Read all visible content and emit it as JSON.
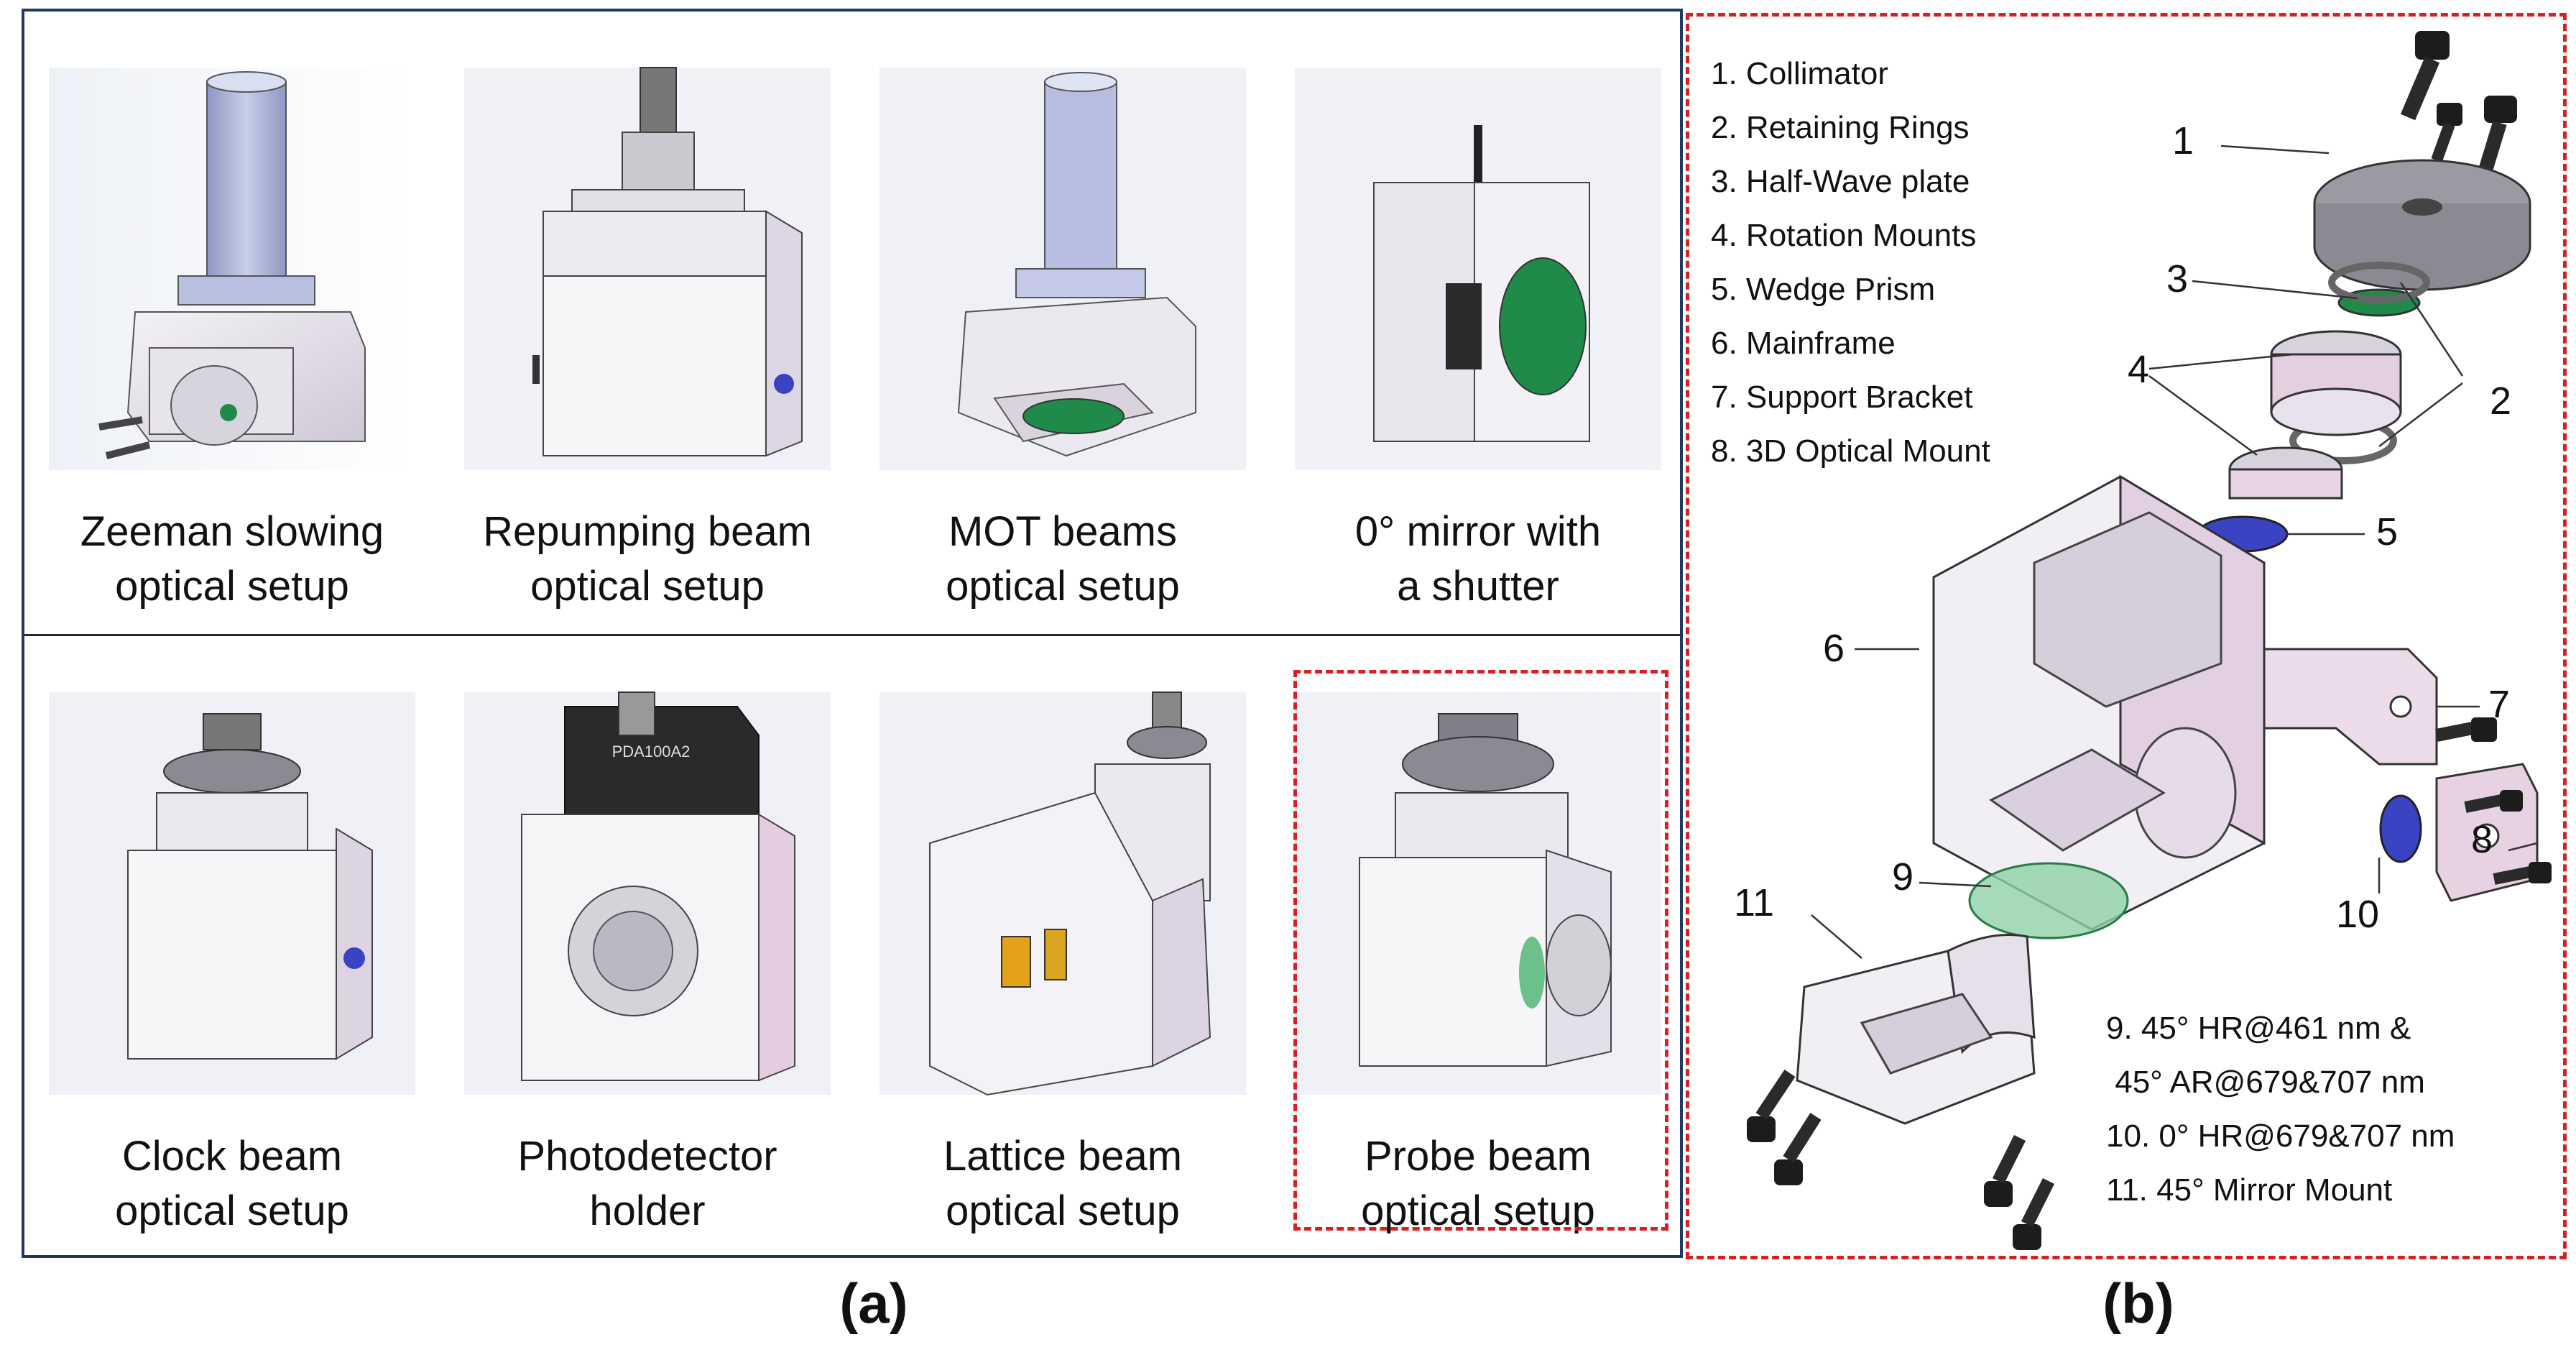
{
  "panel_a": {
    "cells": [
      {
        "line1": "Zeeman slowing",
        "line2": "optical setup"
      },
      {
        "line1": "Repumping beam",
        "line2": "optical setup"
      },
      {
        "line1": "MOT beams",
        "line2": "optical setup"
      },
      {
        "line1": "0° mirror with",
        "line2": "a shutter"
      },
      {
        "line1": "Clock beam",
        "line2": "optical setup"
      },
      {
        "line1": "Photodetector",
        "line2": "holder"
      },
      {
        "line1": "Lattice beam",
        "line2": "optical setup"
      },
      {
        "line1": "Probe beam",
        "line2": "optical setup"
      }
    ],
    "detector_label": "PDA100A2",
    "label": "(a)"
  },
  "panel_b": {
    "parts_top": [
      "1. Collimator",
      "2. Retaining Rings",
      "3. Half-Wave plate",
      "4. Rotation Mounts",
      "5. Wedge Prism",
      "6. Mainframe",
      "7. Support Bracket",
      "8. 3D Optical Mount"
    ],
    "parts_bottom": [
      "9. 45° HR@461 nm &",
      " 45° AR@679&707 nm",
      "10. 0° HR@679&707 nm",
      "11. 45° Mirror Mount"
    ],
    "callouts": [
      "1",
      "2",
      "3",
      "4",
      "5",
      "6",
      "7",
      "8",
      "9",
      "10",
      "11"
    ],
    "label": "(b)"
  },
  "colors": {
    "frame_blue": "#1f3a5f",
    "dashed_red": "#d92020",
    "metal_light": "#e9e4ee",
    "metal_pink": "#e6c9e3",
    "metal_dark": "#7c7c86",
    "cylinder_blue": "#aab3d6",
    "optic_green": "#1f8a4a",
    "optic_blue": "#3a44c2"
  }
}
